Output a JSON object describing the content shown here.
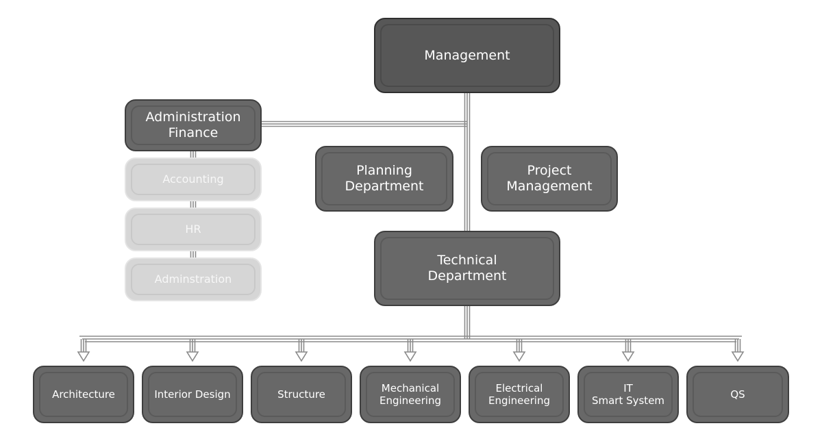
{
  "chart": {
    "top": "Management",
    "admin": [
      "Administration",
      "Finance"
    ],
    "admin_children": [
      "Accounting",
      "HR",
      "Adminstration"
    ],
    "planning": [
      "Planning",
      "Department"
    ],
    "project": [
      "Project",
      "Management"
    ],
    "technical": [
      "Technical",
      "Department"
    ],
    "departments": [
      [
        "Architecture"
      ],
      [
        "Interior Design"
      ],
      [
        "Structure"
      ],
      [
        "Mechanical",
        "Engineering"
      ],
      [
        "Electrical",
        "Engineering"
      ],
      [
        "IT",
        "Smart System"
      ],
      [
        "QS"
      ]
    ]
  },
  "colors": {
    "box_dark": "#686868",
    "box_darker": "#575757",
    "box_light": "#d6d6d6",
    "connector": "#8a8a8a"
  }
}
